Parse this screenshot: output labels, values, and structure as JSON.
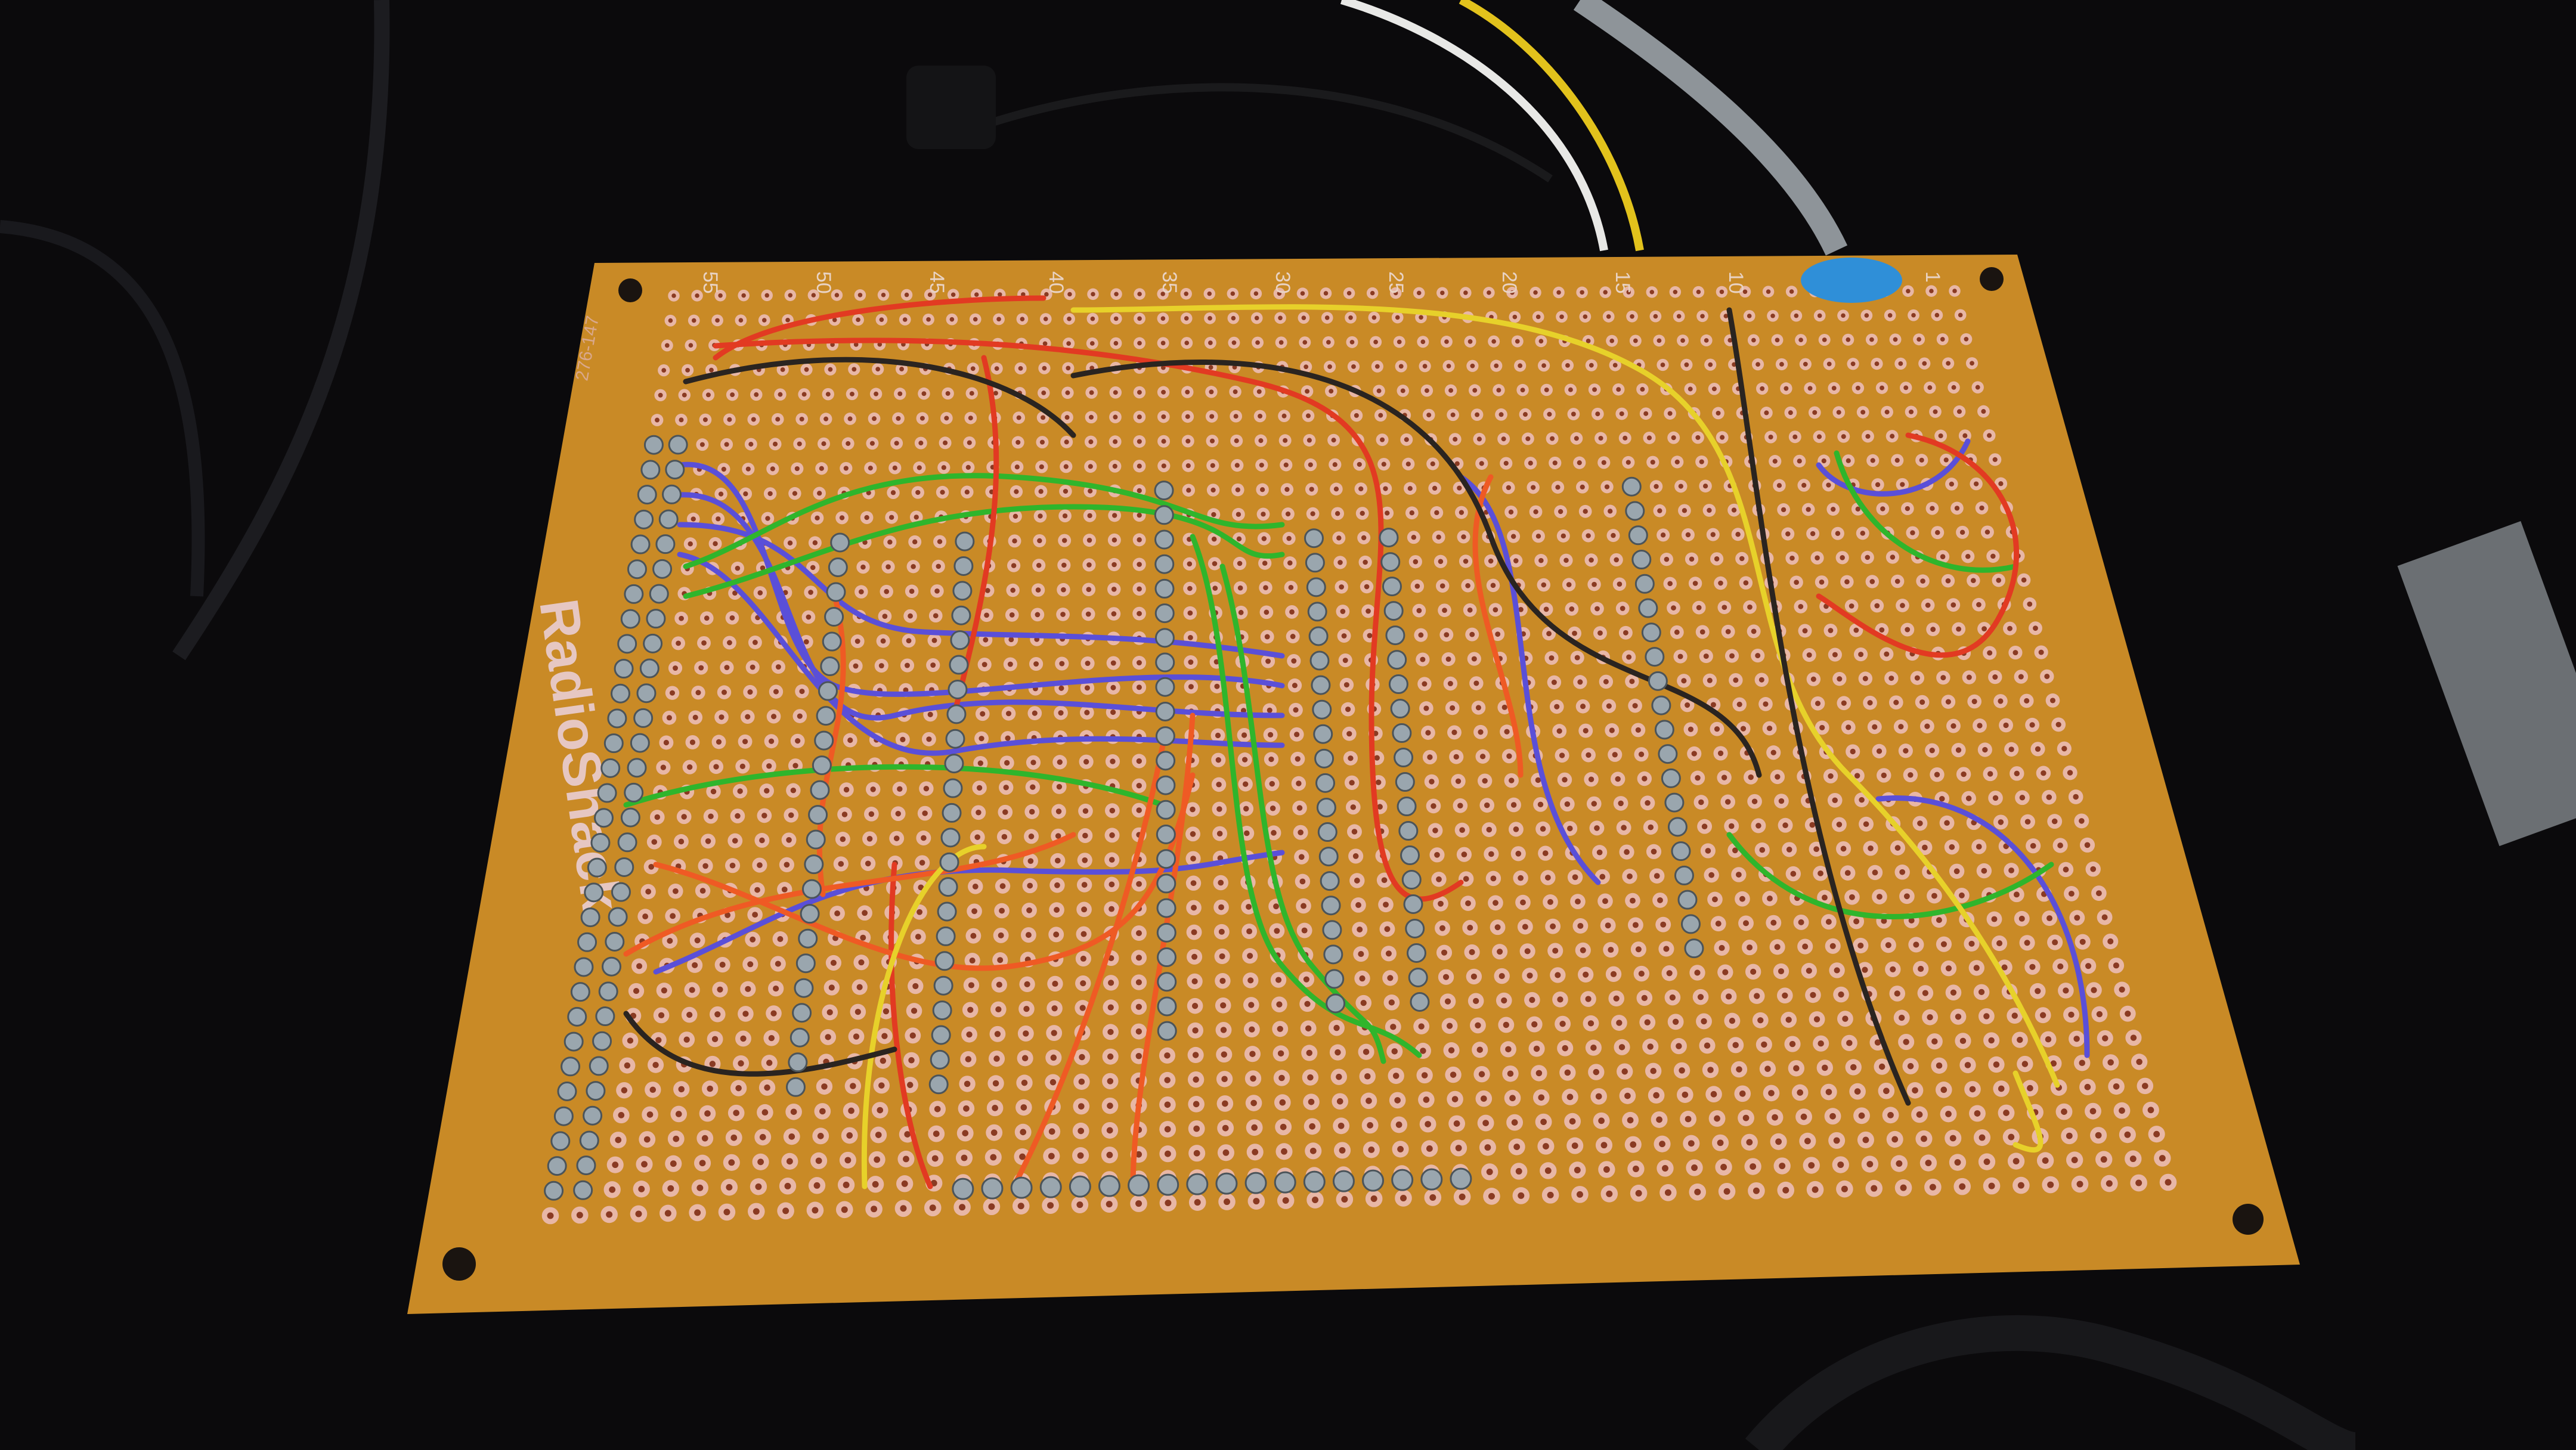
{
  "scene": {
    "subject": "perfboard-hand-wired",
    "board": {
      "brand": "RadioShack",
      "part_number": "276-147",
      "column_labels": [
        "55",
        "50",
        "45",
        "40",
        "35",
        "30",
        "25",
        "20",
        "15",
        "10",
        "1"
      ]
    },
    "colors": {
      "background": "#0b0a0c",
      "board": "#c98a26",
      "pad": "#e8b7a6",
      "wire_red": "#e23a22",
      "wire_orange": "#ef5a24",
      "wire_green": "#2fb52c",
      "wire_blue": "#5a4fd8",
      "wire_yellow": "#e7d12a",
      "wire_black": "#2a2420",
      "wire_white": "#e9e9e4",
      "solder": "#9aa6ae"
    }
  }
}
